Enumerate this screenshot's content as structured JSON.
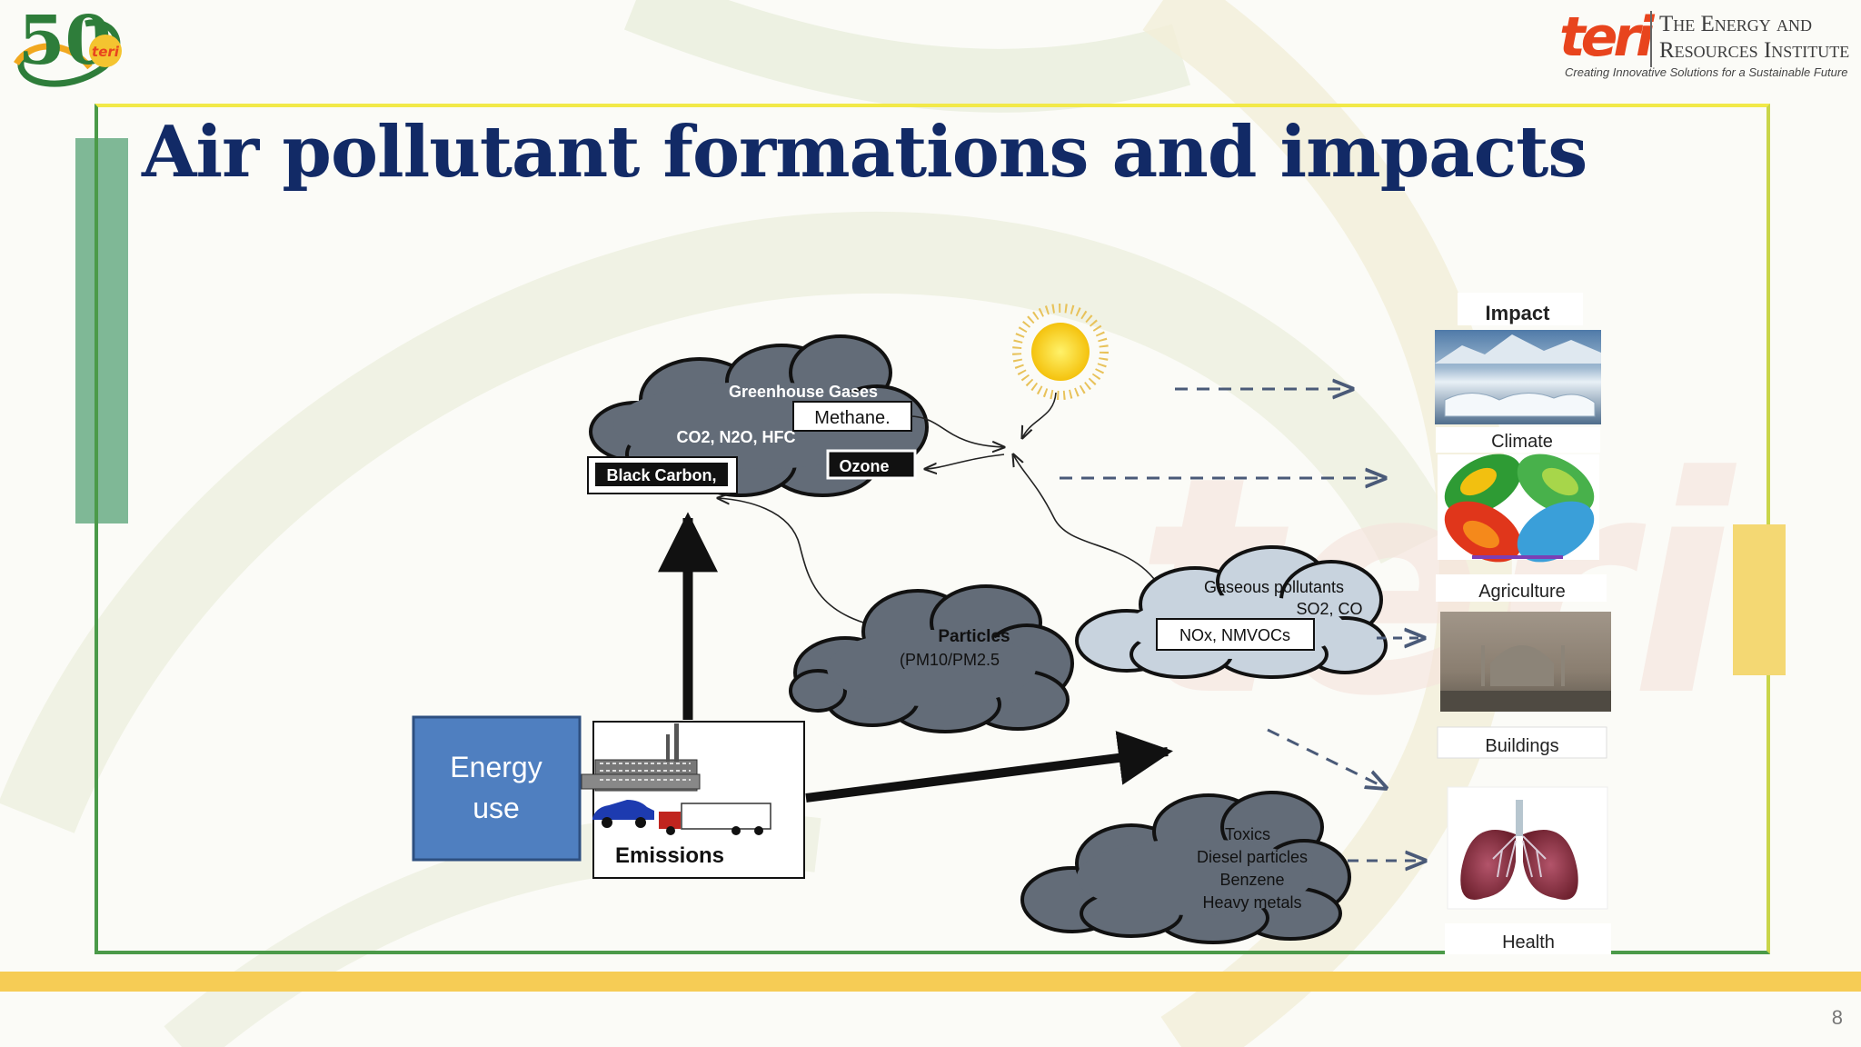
{
  "slide": {
    "title": "Air pollutant formations and impacts",
    "page_number": "8"
  },
  "brand": {
    "logo_50_text": "50",
    "logo_50_badge": "teri",
    "teri_word": "teri",
    "org_line1": "The Energy and",
    "org_line2": "Resources Institute",
    "tagline": "Creating Innovative Solutions for a Sustainable Future"
  },
  "colors": {
    "title": "#122a66",
    "energy_box": "#4f7fc0",
    "cloud_dark": "#636c78",
    "cloud_light": "#c8d3de",
    "frame_green": "#4b9a49",
    "frame_yellow": "#f2e948",
    "band_yellow": "#f6cc55",
    "teri_orange": "#e8441d"
  },
  "diagram": {
    "energy_use_line1": "Energy",
    "energy_use_line2": "use",
    "emissions": "Emissions",
    "ghg": {
      "title": "Greenhouse Gases",
      "gases": "CO2, N2O, HFC",
      "methane": "Methane.",
      "ozone": "Ozone",
      "black_carbon": "Black Carbon,"
    },
    "particles": {
      "line1": "Particles",
      "line2": "(PM10/PM2.5"
    },
    "gaseous": {
      "line1": "Gaseous pollutants",
      "line2": "SO2, CO",
      "nox": "NOx, NMVOCs"
    },
    "toxics": {
      "line1": "Toxics",
      "line2": "Diesel particles",
      "line3": "Benzene",
      "line4": "Heavy metals"
    },
    "impact_header": "Impact",
    "impacts": [
      {
        "label": "Climate",
        "icon": "glacier-photo"
      },
      {
        "label": "Agriculture",
        "icon": "leaf-thermal-image"
      },
      {
        "label": "Buildings",
        "icon": "smog-building-photo"
      },
      {
        "label": "Health",
        "icon": "lungs-illustration"
      }
    ]
  }
}
